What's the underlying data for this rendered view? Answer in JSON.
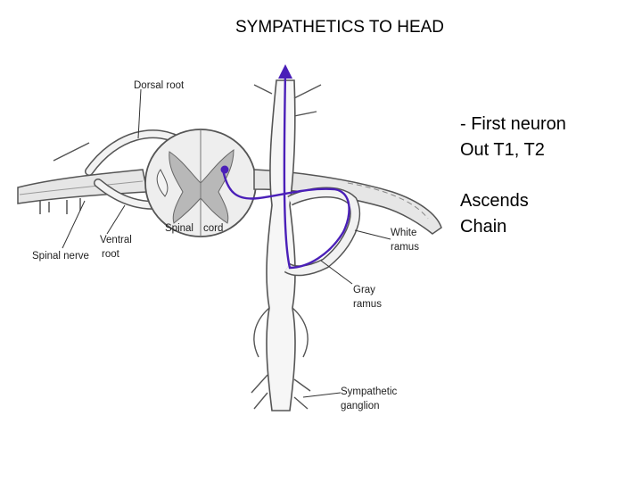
{
  "slide": {
    "title": "SYMPATHETICS TO HEAD",
    "bullets": [
      "- First neuron",
      "Out T1, T2",
      "Ascends",
      "Chain"
    ]
  },
  "diagram": {
    "labels": {
      "dorsal_root": "Dorsal root",
      "spinal_cord_a": "Spinal",
      "spinal_cord_b": "cord",
      "ventral_root_a": "Ventral",
      "ventral_root_b": "root",
      "spinal_nerve": "Spinal nerve",
      "white_ramus_a": "White",
      "white_ramus_b": "ramus",
      "gray_ramus_a": "Gray",
      "gray_ramus_b": "ramus",
      "sympathetic_ganglion_a": "Sympathetic",
      "sympathetic_ganglion_b": "ganglion"
    },
    "colors": {
      "neuron_path": "#4a1fb8",
      "outline": "#555555",
      "shading": "#b8b8b8"
    }
  }
}
